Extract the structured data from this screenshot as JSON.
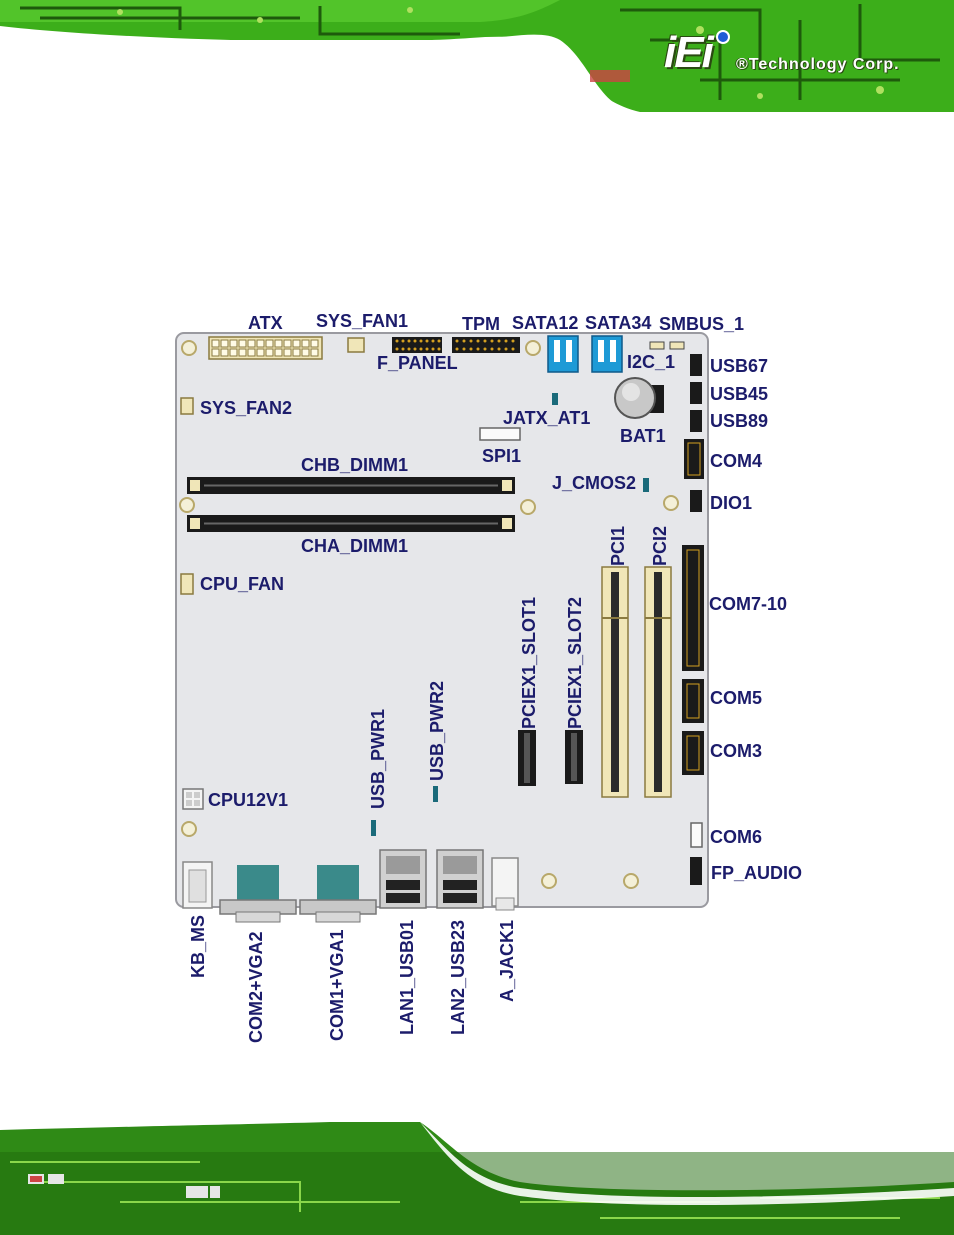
{
  "brand": {
    "logo_mark": "iEi",
    "company": "®Technology Corp."
  },
  "colors": {
    "pcb_green": "#3fbf1a",
    "pcb_dark": "#1e4a10",
    "board": "#e8e9ec",
    "label": "#1c1c6b",
    "sata": "#1e9ad6"
  },
  "labels": {
    "atx": "ATX",
    "sys_fan1": "SYS_FAN1",
    "tpm": "TPM",
    "sata12": "SATA12",
    "sata34": "SATA34",
    "smbus_1": "SMBUS_1",
    "f_panel": "F_PANEL",
    "i2c_1": "I2C_1",
    "usb67": "USB67",
    "usb45": "USB45",
    "usb89": "USB89",
    "sys_fan2": "SYS_FAN2",
    "jatx_at1": "JATX_AT1",
    "bat1": "BAT1",
    "spi1": "SPI1",
    "com4": "COM4",
    "chb_dimm1": "CHB_DIMM1",
    "j_cmos2": "J_CMOS2",
    "dio1": "DIO1",
    "cha_dimm1": "CHA_DIMM1",
    "pci1": "PCI1",
    "pci2": "PCI2",
    "cpu_fan": "CPU_FAN",
    "com7_10": "COM7-10",
    "pciex1_slot1": "PCIEX1_SLOT1",
    "pciex1_slot2": "PCIEX1_SLOT2",
    "usb_pwr2": "USB_PWR2",
    "usb_pwr1": "USB_PWR1",
    "com5": "COM5",
    "com3": "COM3",
    "cpu12v1": "CPU12V1",
    "com6": "COM6",
    "fp_audio": "FP_AUDIO",
    "kb_ms": "KB_MS",
    "com2_vga2": "COM2+VGA2",
    "com1_vga1": "COM1+VGA1",
    "lan1_usb01": "LAN1_USB01",
    "lan2_usb23": "LAN2_USB23",
    "a_jack1": "A_JACK1"
  }
}
